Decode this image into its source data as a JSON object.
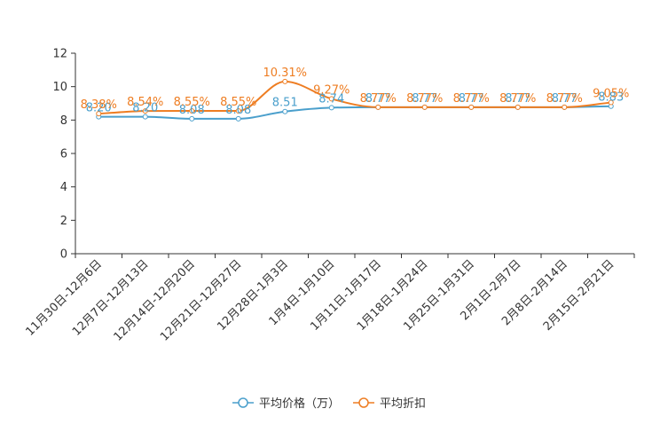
{
  "chart_data": {
    "type": "line",
    "categories": [
      "11月30日-12月6日",
      "12月7日-12月13日",
      "12月14日-12月20日",
      "12月21日-12月27日",
      "12月28日-1月3日",
      "1月4日-1月10日",
      "1月11日-1月17日",
      "1月18日-1月24日",
      "1月25日-1月31日",
      "2月1日-2月7日",
      "2月8日-2月14日",
      "2月15日-2月21日"
    ],
    "ylim": [
      0,
      12
    ],
    "yticks": [
      "0",
      "2",
      "4",
      "6",
      "8",
      "10",
      "12"
    ],
    "grid": false,
    "legend": "bottom",
    "series": [
      {
        "name": "平均价格（万）",
        "color": "#4a9fcc",
        "values": [
          8.2,
          8.2,
          8.08,
          8.08,
          8.51,
          8.74,
          8.77,
          8.77,
          8.77,
          8.77,
          8.77,
          8.83
        ],
        "labels": [
          "8.20",
          "8.20",
          "8.08",
          "8.08",
          "8.51",
          "8.74",
          "8.77",
          "8.77",
          "8.77",
          "8.77",
          "8.77",
          "8.83"
        ]
      },
      {
        "name": "平均折扣",
        "color": "#ee7d22",
        "values": [
          8.38,
          8.54,
          8.55,
          8.55,
          10.31,
          9.27,
          8.77,
          8.77,
          8.77,
          8.77,
          8.77,
          9.05
        ],
        "labels": [
          "8.38%",
          "8.54%",
          "8.55%",
          "8.55%",
          "10.31%",
          "9.27%",
          "8.77%",
          "8.77%",
          "8.77%",
          "8.77%",
          "8.77%",
          "9.05%"
        ]
      }
    ]
  }
}
